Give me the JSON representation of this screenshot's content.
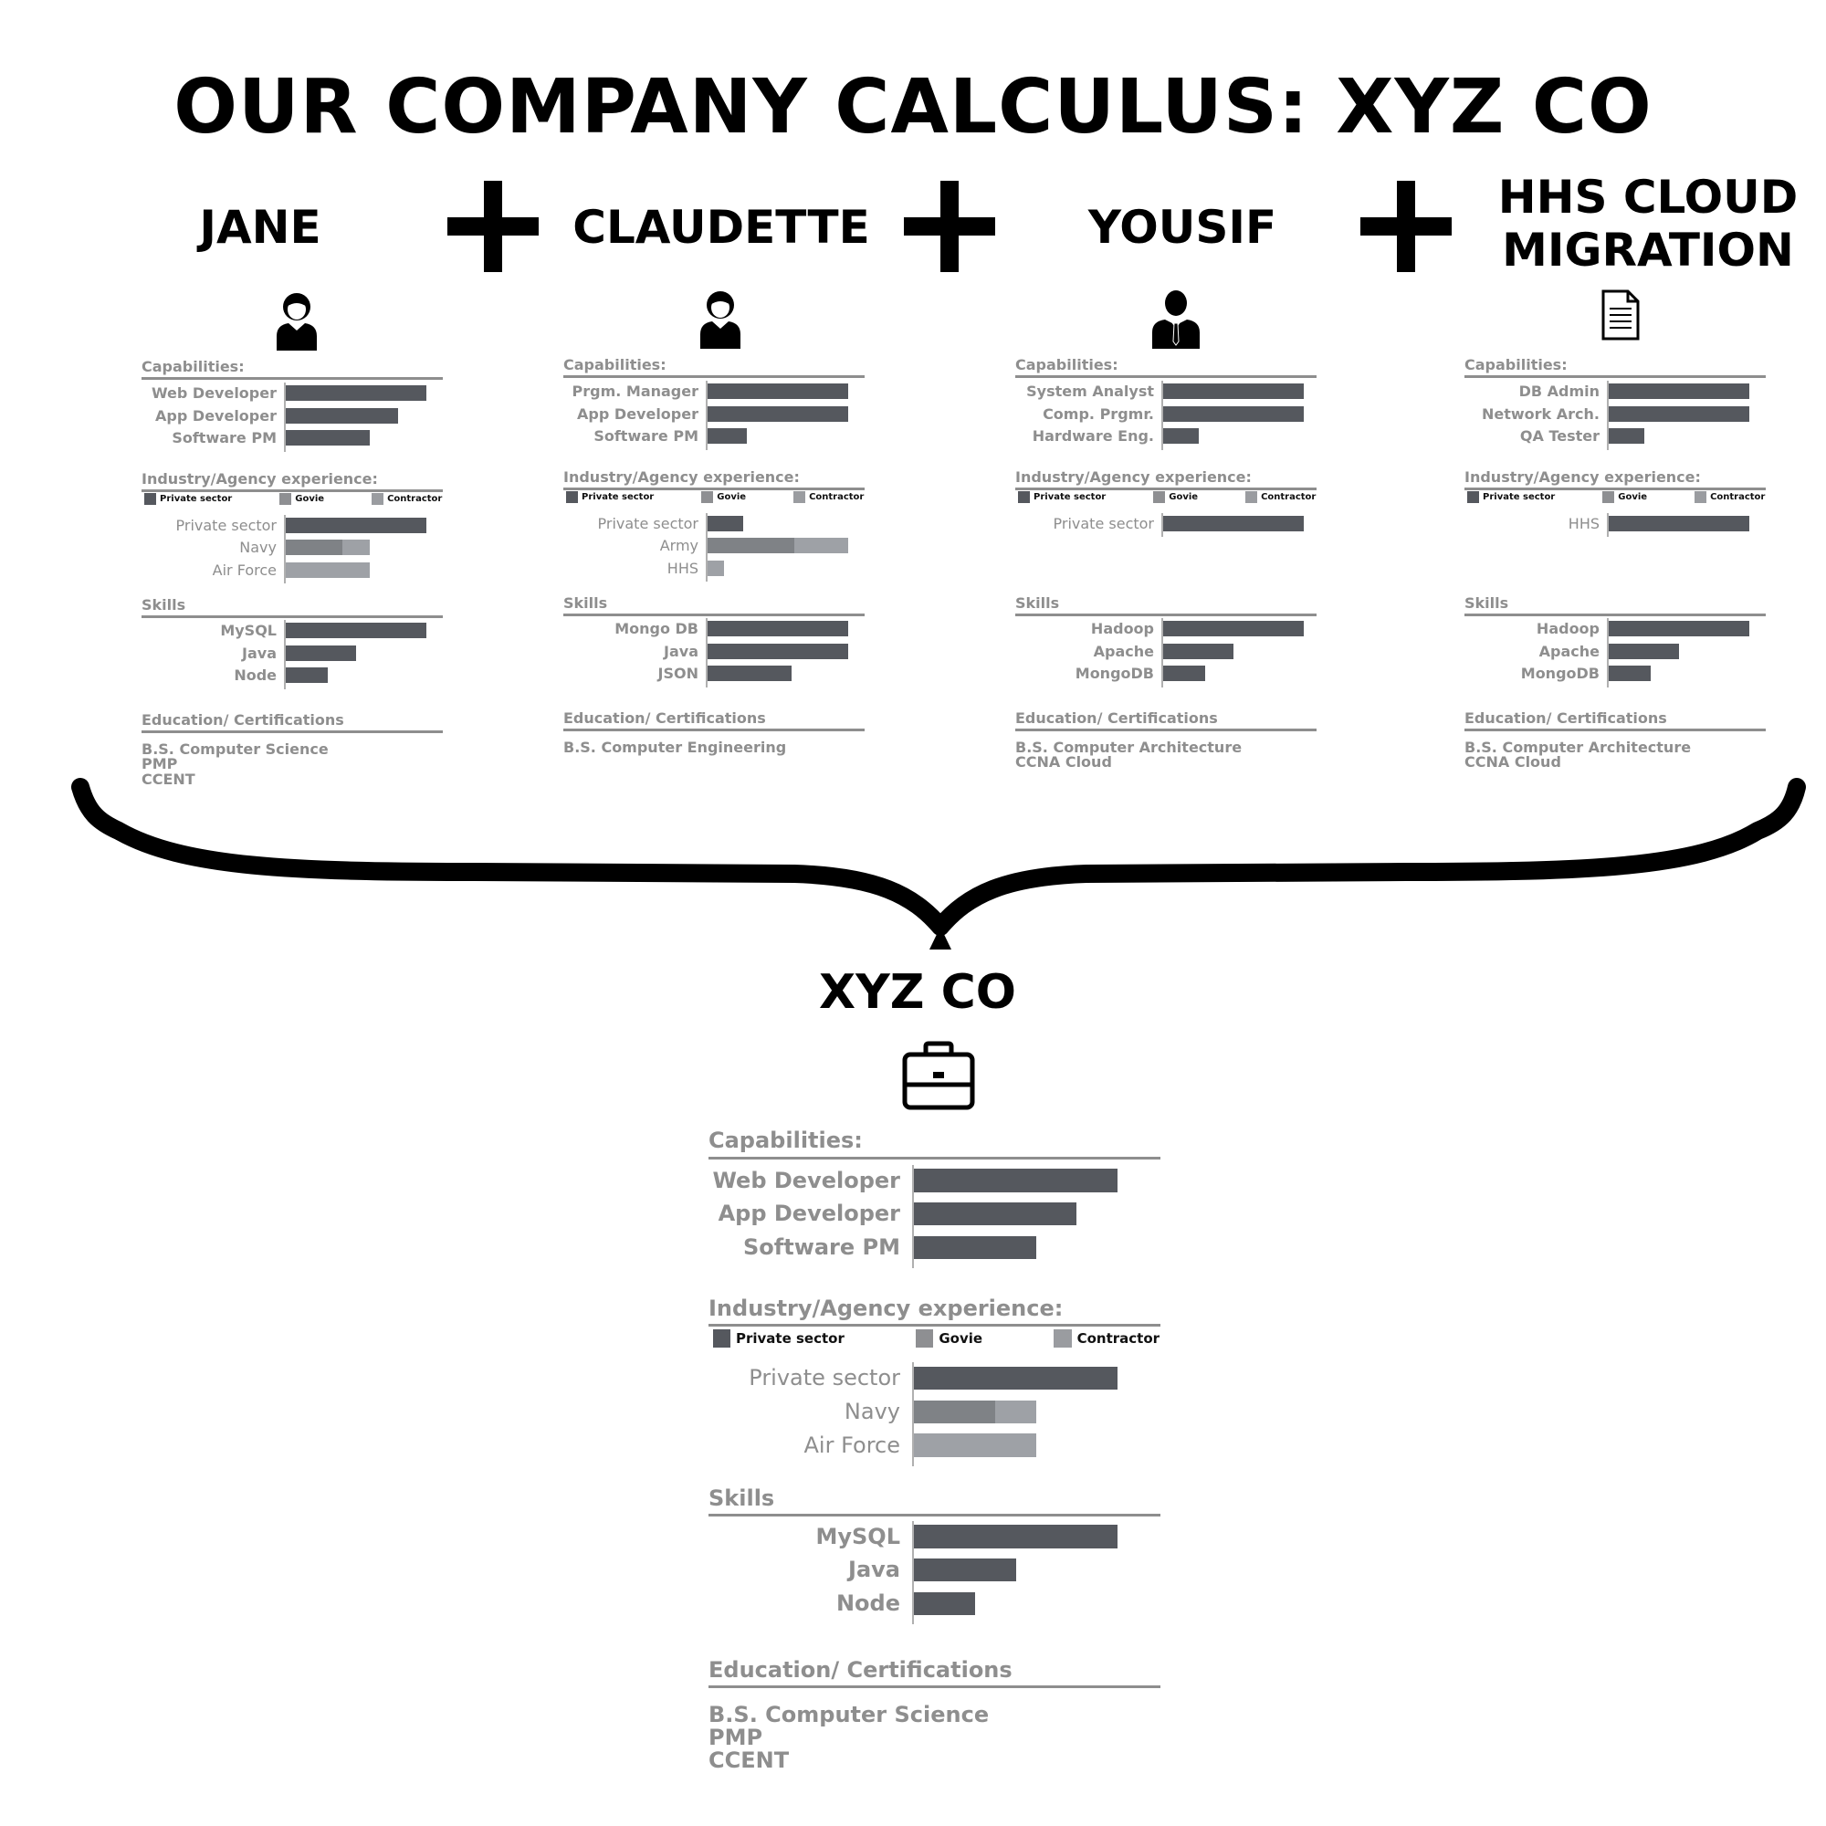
{
  "title": "OUR COMPANY CALCULUS: XYZ CO",
  "columns": [
    {
      "name_lines": [
        "JANE"
      ],
      "icon": "female-person-icon"
    },
    {
      "name_lines": [
        "CLAUDETTE"
      ],
      "icon": "female-person-icon"
    },
    {
      "name_lines": [
        "YOUSIF"
      ],
      "icon": "businessman-icon"
    },
    {
      "name_lines": [
        "HHS CLOUD",
        "MIGRATION"
      ],
      "icon": "document-icon"
    }
  ],
  "result_title": "XYZ CO",
  "result_icon": "briefcase-icon",
  "section_labels": {
    "capabilities": "Capabilities:",
    "industry": "Industry/Agency experience:",
    "skills": "Skills",
    "education": "Education/ Certifications"
  },
  "legend": [
    {
      "label": "Private sector",
      "color": "#55585e"
    },
    {
      "label": "Govie",
      "color": "#8e8f92"
    },
    {
      "label": "Contractor",
      "color": "#9a9ca0"
    }
  ],
  "colors": {
    "dark_bar": "#55585e",
    "govie_bar": "#7f8286",
    "contractor_bar": "#9ea1a6",
    "text_gray": "#8e8e8e"
  },
  "cards": [
    {
      "capabilities": [
        {
          "label": "Web Developer",
          "value": 100
        },
        {
          "label": "App Developer",
          "value": 80
        },
        {
          "label": "Software PM",
          "value": 60
        }
      ],
      "industry": [
        {
          "label": "Private sector",
          "segments": [
            {
              "type": "private",
              "value": 100
            }
          ]
        },
        {
          "label": "Navy",
          "segments": [
            {
              "type": "govie",
              "value": 40
            },
            {
              "type": "contractor",
              "value": 20
            }
          ]
        },
        {
          "label": "Air Force",
          "segments": [
            {
              "type": "contractor",
              "value": 60
            }
          ]
        }
      ],
      "skills": [
        {
          "label": "MySQL",
          "value": 100
        },
        {
          "label": "Java",
          "value": 50
        },
        {
          "label": "Node",
          "value": 30
        }
      ],
      "education": [
        "B.S. Computer Science",
        "PMP",
        "CCENT"
      ]
    },
    {
      "capabilities": [
        {
          "label": "Prgm. Manager",
          "value": 100
        },
        {
          "label": "App Developer",
          "value": 100
        },
        {
          "label": "Software PM",
          "value": 28
        }
      ],
      "industry": [
        {
          "label": "Private sector",
          "segments": [
            {
              "type": "private",
              "value": 25
            }
          ]
        },
        {
          "label": "Army",
          "segments": [
            {
              "type": "govie",
              "value": 62
            },
            {
              "type": "contractor",
              "value": 38
            }
          ]
        },
        {
          "label": "HHS",
          "segments": [
            {
              "type": "contractor",
              "value": 12
            }
          ]
        }
      ],
      "skills": [
        {
          "label": "Mongo DB",
          "value": 100
        },
        {
          "label": "Java",
          "value": 100
        },
        {
          "label": "JSON",
          "value": 60
        }
      ],
      "education": [
        "B.S. Computer Engineering"
      ]
    },
    {
      "capabilities": [
        {
          "label": "System Analyst",
          "value": 100
        },
        {
          "label": "Comp. Prgmr.",
          "value": 100
        },
        {
          "label": "Hardware Eng.",
          "value": 25
        }
      ],
      "industry": [
        {
          "label": "Private sector",
          "segments": [
            {
              "type": "private",
              "value": 100
            }
          ]
        }
      ],
      "skills": [
        {
          "label": "Hadoop",
          "value": 100
        },
        {
          "label": "Apache",
          "value": 50
        },
        {
          "label": "MongoDB",
          "value": 30
        }
      ],
      "education": [
        "B.S. Computer Architecture",
        "CCNA Cloud"
      ]
    },
    {
      "capabilities": [
        {
          "label": "DB Admin",
          "value": 100
        },
        {
          "label": "Network Arch.",
          "value": 100
        },
        {
          "label": "QA Tester",
          "value": 25
        }
      ],
      "industry": [
        {
          "label": "HHS",
          "segments": [
            {
              "type": "private",
              "value": 100
            }
          ]
        }
      ],
      "skills": [
        {
          "label": "Hadoop",
          "value": 100
        },
        {
          "label": "Apache",
          "value": 50
        },
        {
          "label": "MongoDB",
          "value": 30
        }
      ],
      "education": [
        "B.S. Computer Architecture",
        "CCNA Cloud"
      ]
    },
    {
      "capabilities": [
        {
          "label": "Web Developer",
          "value": 100
        },
        {
          "label": "App Developer",
          "value": 80
        },
        {
          "label": "Software PM",
          "value": 60
        }
      ],
      "industry": [
        {
          "label": "Private sector",
          "segments": [
            {
              "type": "private",
              "value": 100
            }
          ]
        },
        {
          "label": "Navy",
          "segments": [
            {
              "type": "govie",
              "value": 40
            },
            {
              "type": "contractor",
              "value": 20
            }
          ]
        },
        {
          "label": "Air Force",
          "segments": [
            {
              "type": "contractor",
              "value": 60
            }
          ]
        }
      ],
      "skills": [
        {
          "label": "MySQL",
          "value": 100
        },
        {
          "label": "Java",
          "value": 50
        },
        {
          "label": "Node",
          "value": 30
        }
      ],
      "education": [
        "B.S. Computer Science",
        "PMP",
        "CCENT"
      ]
    }
  ]
}
